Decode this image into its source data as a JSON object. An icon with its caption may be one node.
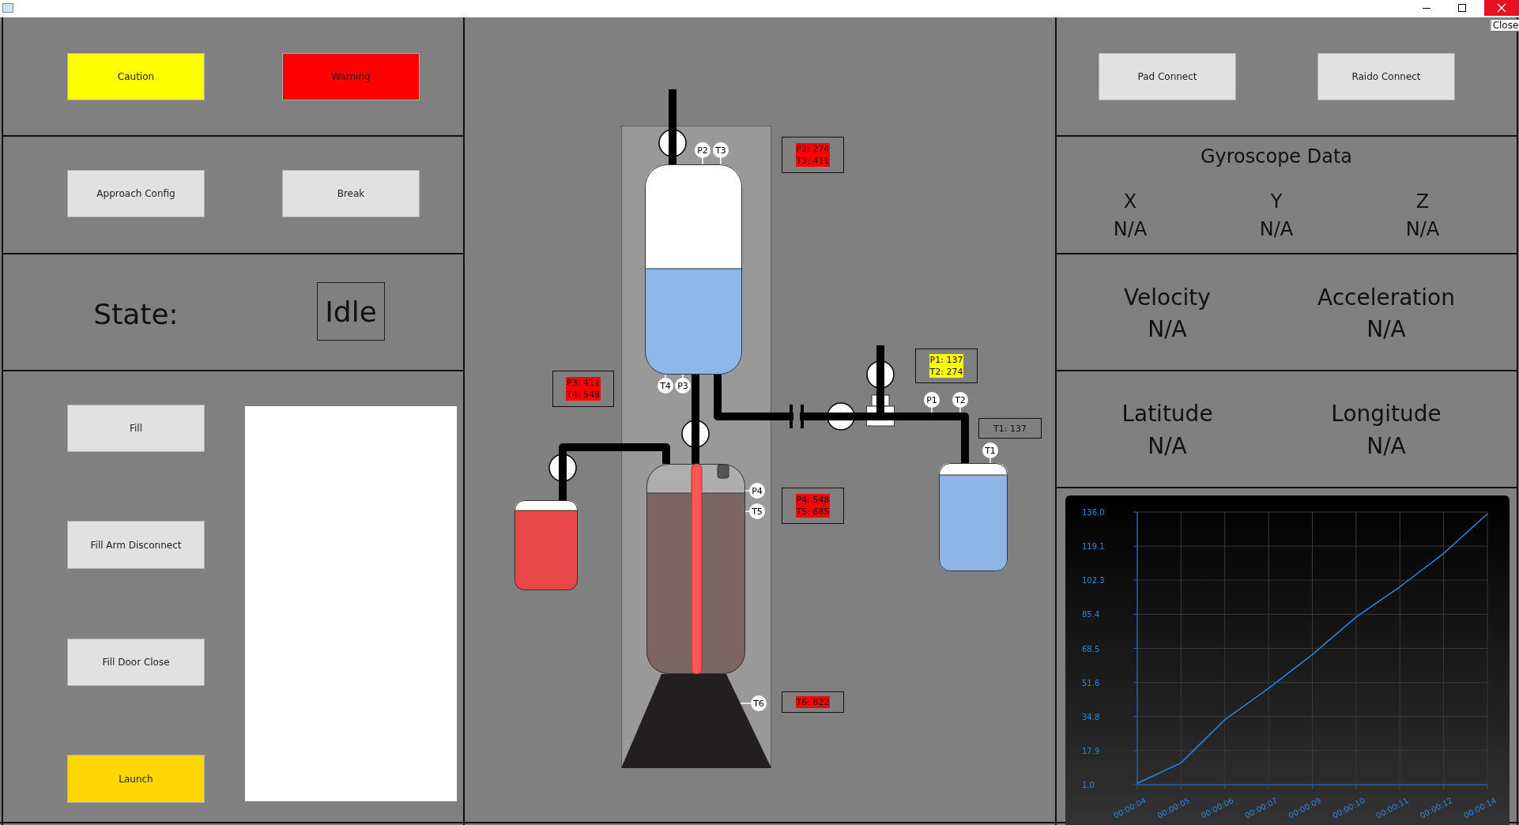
{
  "diagram": {
    "nodes": [
      {
        "text": [
          "Caution"
        ]
      },
      {
        "text": [
          "Warning"
        ]
      },
      {
        "text": [
          "Approach Config"
        ]
      },
      {
        "text": [
          "Break"
        ]
      },
      {
        "text": [
          "Idle"
        ]
      },
      {
        "text": [
          "Fill"
        ]
      },
      {
        "text": [
          "Fill Arm Disconnect"
        ]
      },
      {
        "text": [
          "Fill Door Close"
        ]
      },
      {
        "text": [
          "Launch"
        ]
      },
      {
        "text": [],
        "shape": "box"
      },
      {
        "text": [],
        "shape": "box"
      },
      {
        "text": [],
        "shape": "circle",
        "in": 10
      },
      {
        "text": [],
        "shape": "cylinder",
        "in": 10
      },
      {
        "text": [
          "P2"
        ],
        "in": 10
      },
      {
        "text": [
          "T3"
        ],
        "in": 10
      },
      {
        "text": [
          "P2: 274",
          "T3: 411"
        ]
      },
      {
        "text": [
          "T4"
        ],
        "in": 10
      },
      {
        "text": [
          "P3"
        ],
        "in": 10
      },
      {
        "text": [
          "P3: 411",
          "T4: 548"
        ]
      },
      {
        "text": [],
        "shape": "circle",
        "in": 10
      },
      {
        "text": [],
        "shape": "bar"
      },
      {
        "text": [],
        "shape": "circle"
      },
      {
        "text": [],
        "shape": "circle"
      },
      {
        "text": [],
        "shape": "box"
      },
      {
        "text": [
          "P1: 137",
          "T2: 274"
        ]
      },
      {
        "text": [
          "P1"
        ]
      },
      {
        "text": [
          "T2"
        ]
      },
      {
        "text": [
          "T1: 137"
        ]
      },
      {
        "text": [
          "T1"
        ]
      },
      {
        "text": [],
        "shape": "cylinder"
      },
      {
        "text": [],
        "shape": "circle"
      },
      {
        "text": [],
        "shape": "cylinder"
      },
      {
        "text": [],
        "shape": "cylinder",
        "in": 10
      },
      {
        "text": [
          "P4"
        ],
        "in": 10
      },
      {
        "text": [
          "T5"
        ],
        "in": 10
      },
      {
        "text": [
          "P4: 548",
          "T5: 685"
        ]
      },
      {
        "text": [],
        "shape": "cone",
        "in": 10
      },
      {
        "text": [
          "T6"
        ],
        "in": 10
      },
      {
        "text": [
          "T6: 822"
        ]
      },
      {
        "text": [
          "Pad Connect"
        ]
      },
      {
        "text": [
          "Raido Connect"
        ]
      }
    ],
    "edges": [
      {
        "from": null,
        "to": 11,
        "arrow": "none"
      },
      {
        "from": 11,
        "to": 12,
        "arrow": "none"
      },
      {
        "from": 13,
        "to": 12,
        "arrow": "none",
        "color": "#ffffff"
      },
      {
        "from": 14,
        "to": 12,
        "arrow": "none",
        "color": "#ffffff"
      },
      {
        "from": 16,
        "to": 12,
        "arrow": "none",
        "color": "#ffffff"
      },
      {
        "from": 17,
        "to": 12,
        "arrow": "none",
        "color": "#ffffff"
      },
      {
        "from": 12,
        "to": 19,
        "arrow": "none"
      },
      {
        "from": 19,
        "to": 32,
        "arrow": "none"
      },
      {
        "from": 12,
        "to": 20,
        "arrow": "none"
      },
      {
        "from": 20,
        "to": 21,
        "arrow": "none"
      },
      {
        "from": 21,
        "to": 23,
        "arrow": "none"
      },
      {
        "from": null,
        "to": 22,
        "arrow": "none"
      },
      {
        "from": 22,
        "to": 23,
        "arrow": "none"
      },
      {
        "from": 23,
        "to": 31,
        "arrow": "none"
      },
      {
        "from": 25,
        "to": null,
        "arrow": "none",
        "color": "#ffffff"
      },
      {
        "from": 26,
        "to": null,
        "arrow": "none",
        "color": "#ffffff"
      },
      {
        "from": 28,
        "to": 31,
        "arrow": "none",
        "color": "#ffffff"
      },
      {
        "from": 29,
        "to": 30,
        "arrow": "none"
      },
      {
        "from": 30,
        "to": 32,
        "arrow": "none"
      },
      {
        "from": 33,
        "to": 32,
        "arrow": "none",
        "color": "#ffffff"
      },
      {
        "from": 34,
        "to": 32,
        "arrow": "none",
        "color": "#ffffff"
      },
      {
        "from": 37,
        "to": 36,
        "arrow": "none",
        "color": "#ffffff"
      }
    ],
    "labels": [
      "Close",
      "State:",
      "Gyroscope Data",
      "X",
      "Y",
      "Z",
      "N/A",
      "N/A",
      "N/A",
      "Velocity",
      "Acceleration",
      "N/A",
      "N/A",
      "Latitude",
      "Longitude",
      "N/A",
      "N/A"
    ],
    "chart_data": {
      "type": "line",
      "grid": true,
      "categories": [
        "00:00:04",
        "00:00:05",
        "00:00:06",
        "00:00:07",
        "00:00:09",
        "00:00:10",
        "00:00:11",
        "00:00:12",
        "00:00:14"
      ],
      "series": [
        {
          "color": "#2b86e0",
          "values": [
            1.7,
            11.8,
            33.2,
            48.7,
            65.4,
            84.0,
            99.0,
            115.5,
            135.1
          ]
        }
      ],
      "ylim": [
        1.0,
        136.0
      ],
      "yticks": [
        {
          "value": 1,
          "label": "1.0"
        },
        17.9,
        34.8,
        51.6,
        68.5,
        85.4,
        102.3,
        119.1,
        {
          "value": 136,
          "label": "136.0"
        }
      ]
    }
  }
}
